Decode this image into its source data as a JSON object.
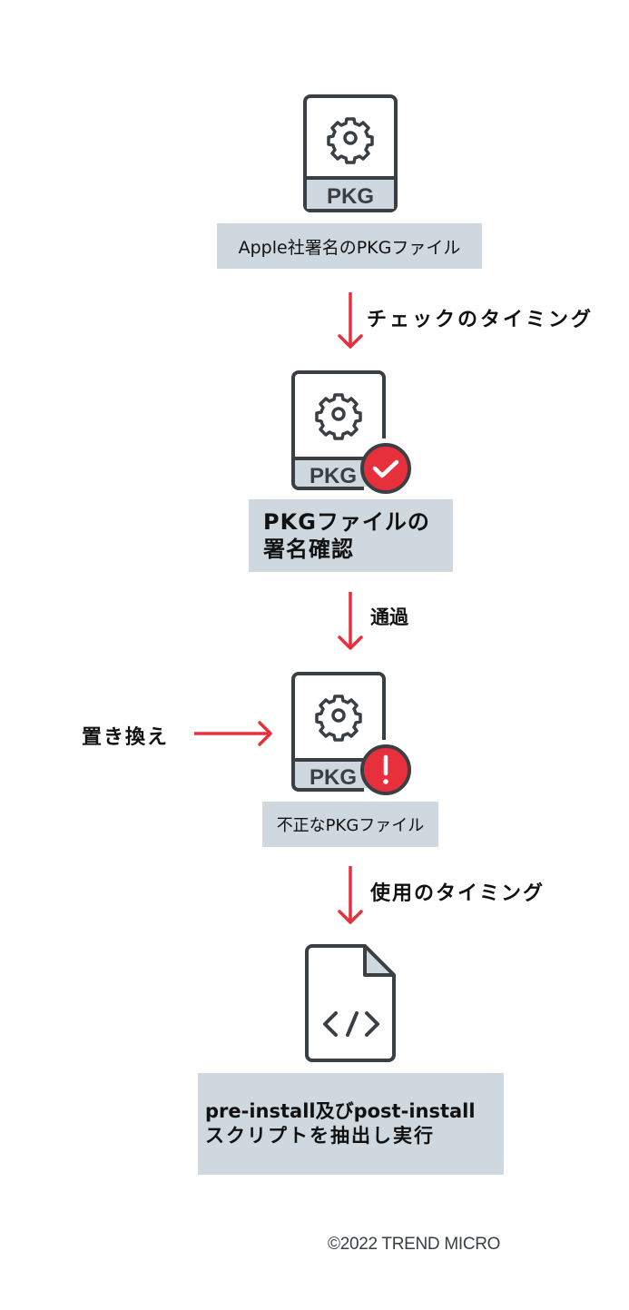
{
  "diagram": {
    "colors": {
      "arrow": "#e8303d",
      "icon_stroke": "#3a3f44",
      "icon_fill_band": "#cfd8df",
      "label_bg": "#cfd8df",
      "badge": "#e8303d"
    },
    "nodes": [
      {
        "id": "pkg-signed",
        "icon": "pkg-file-icon",
        "icon_text": "PKG",
        "label": "Apple社署名のPKGファイル"
      },
      {
        "id": "pkg-verify",
        "icon": "pkg-file-icon",
        "icon_text": "PKG",
        "badge": "check-badge-icon",
        "label_line1": "PKGファイルの",
        "label_line2": "署名確認"
      },
      {
        "id": "pkg-malicious",
        "icon": "pkg-file-icon",
        "icon_text": "PKG",
        "badge": "alert-badge-icon",
        "label": "不正なPKGファイル"
      },
      {
        "id": "script-exec",
        "icon": "code-file-icon",
        "label_line1": "pre-install及びpost-install",
        "label_line2": "スクリプトを抽出し実行"
      }
    ],
    "edges": [
      {
        "from": "pkg-signed",
        "to": "pkg-verify",
        "label": "チェックのタイミング"
      },
      {
        "from": "pkg-verify",
        "to": "pkg-malicious",
        "label": "通過"
      },
      {
        "from": "replace",
        "to": "pkg-malicious",
        "label": "置き換え"
      },
      {
        "from": "pkg-malicious",
        "to": "script-exec",
        "label": "使用のタイミング"
      }
    ]
  },
  "footer": {
    "copyright": "©2022 TREND MICRO"
  }
}
